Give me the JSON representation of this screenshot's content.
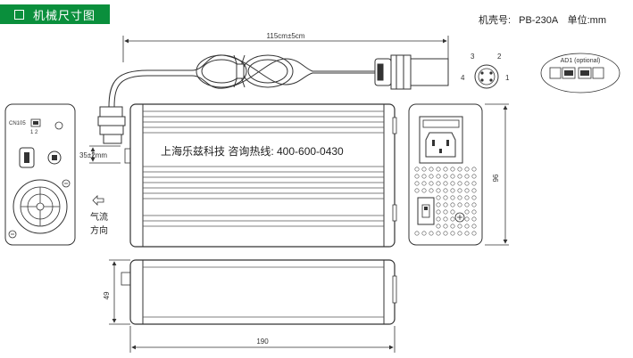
{
  "header": {
    "title": "机械尺寸图",
    "model_label": "机壳号:",
    "model_value": "PB-230A",
    "unit_label": "单位:",
    "unit_value": "mm"
  },
  "dimensions": {
    "cable_length": "115cm±5cm",
    "side_offset": "35±2mm",
    "height": "96",
    "depth": "49",
    "length": "190"
  },
  "side_panel": {
    "connector_label": "CN105",
    "pin_numbers": "1 2"
  },
  "airflow": {
    "line1": "气流",
    "line2": "方向"
  },
  "connector": {
    "pins": [
      "1",
      "2",
      "3",
      "4"
    ]
  },
  "ad1": {
    "label": "AD1 (optional)"
  },
  "product": {
    "banner": "上海乐兹科技 咨询热线: 400-600-0430"
  },
  "colors": {
    "header_green": "#0a8f3c",
    "line": "#333333"
  }
}
